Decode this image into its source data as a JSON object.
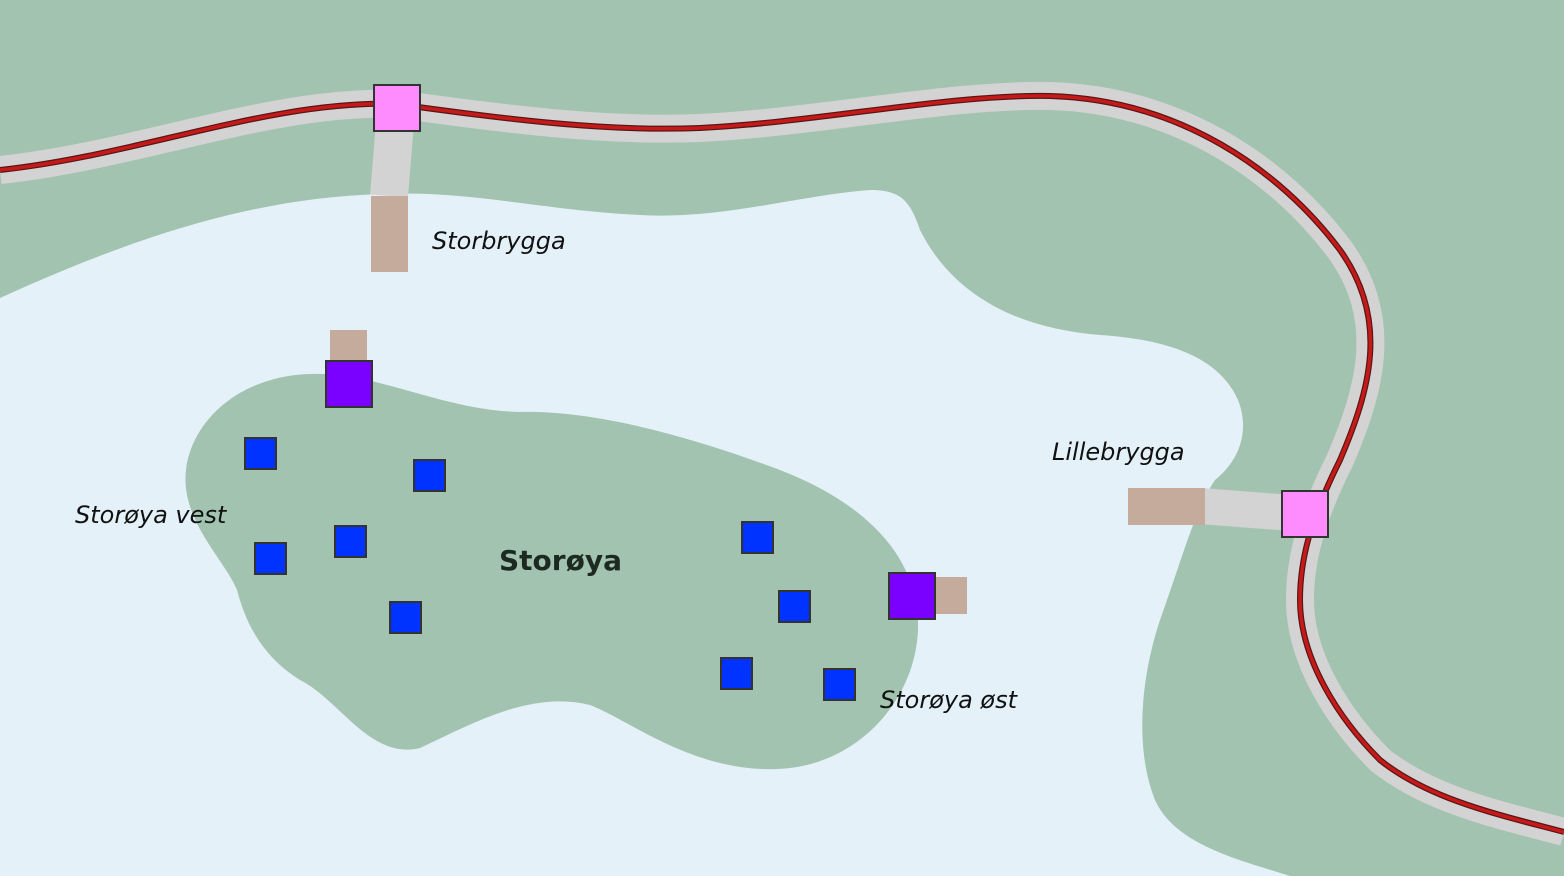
{
  "map": {
    "colors": {
      "water": "#e4f1f9",
      "land": "#a2c3af",
      "road": "#d3d3d3",
      "rail": "#c41a1a",
      "pier": "#c5ab9b",
      "station": "#ff8cff",
      "ferry_stop": "#7a00ff",
      "building": "#0033ff",
      "outline": "#333333"
    },
    "labels": {
      "storbrygga": "Storbrygga",
      "lillebrygga": "Lillebrygga",
      "storoya_vest": "Storøya vest",
      "storoya_ost": "Storøya øst",
      "storoya": "Storøya"
    },
    "icons": {
      "station": "square-station-icon",
      "ferry_stop": "square-ferry-stop-icon",
      "building": "square-building-icon"
    }
  }
}
